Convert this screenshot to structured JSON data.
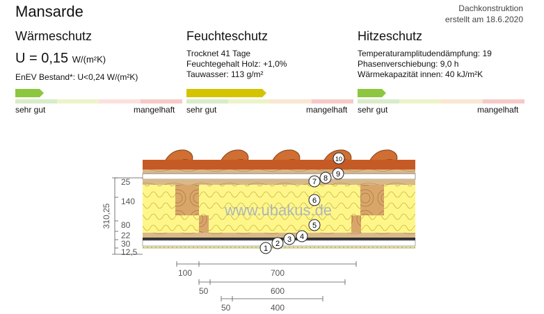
{
  "header": {
    "title": "Mansarde",
    "meta_line1": "Dachkonstruktion",
    "meta_line2": "erstellt am 18.6.2020"
  },
  "waermeschutz": {
    "heading": "Wärmeschutz",
    "u_main": "U = 0,15",
    "u_unit": "W/(m²K)",
    "enev": "EnEV Bestand*: U<0,24 W/(m²K)",
    "rating": 0.17,
    "color": "#8dc63f"
  },
  "feuchteschutz": {
    "heading": "Feuchteschutz",
    "line1": "Trocknet 41 Tage",
    "line2": "Feuchtegehalt Holz: +1,0%",
    "line3": "Tauwasser: 113 g/m²",
    "rating": 0.48,
    "color": "#d4c400"
  },
  "hitzeschutz": {
    "heading": "Hitzeschutz",
    "line1": "Temperaturamplitudendämpfung: 19",
    "line2": "Phasenverschiebung: 9,0 h",
    "line3": "Wärmekapazität innen: 40 kJ/m²K",
    "rating": 0.17,
    "color": "#8dc63f"
  },
  "scale_labels": {
    "good": "sehr gut",
    "bad": "mangelhaft"
  },
  "diagram": {
    "watermark": "www.ubakus.de",
    "total_thickness": "310,25",
    "layer_dims": [
      "25",
      "140",
      "80",
      "22",
      "30",
      "12,5"
    ],
    "layer_numbers": [
      "1",
      "2",
      "3",
      "4",
      "5",
      "6",
      "7",
      "8",
      "9",
      "10"
    ],
    "spacing_rows": [
      [
        "100",
        "700"
      ],
      [
        "50",
        "600"
      ],
      [
        "50",
        "400"
      ]
    ]
  }
}
